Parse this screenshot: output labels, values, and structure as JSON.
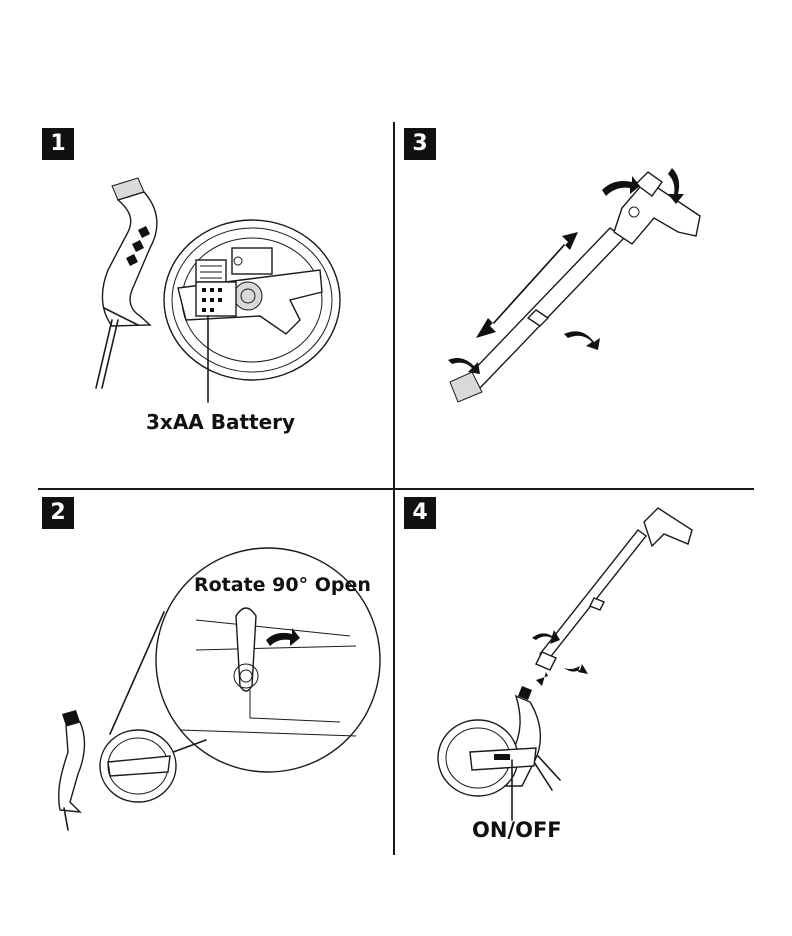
{
  "steps": [
    {
      "number": "1",
      "label": "3xAA Battery"
    },
    {
      "number": "2",
      "label": "Rotate 90° Open"
    },
    {
      "number": "3"
    },
    {
      "number": "4",
      "label": "ON/OFF"
    }
  ],
  "icons": [
    "measuring-wheel",
    "battery-compartment",
    "rotate-arrow",
    "telescoping-handle",
    "double-arrow"
  ]
}
